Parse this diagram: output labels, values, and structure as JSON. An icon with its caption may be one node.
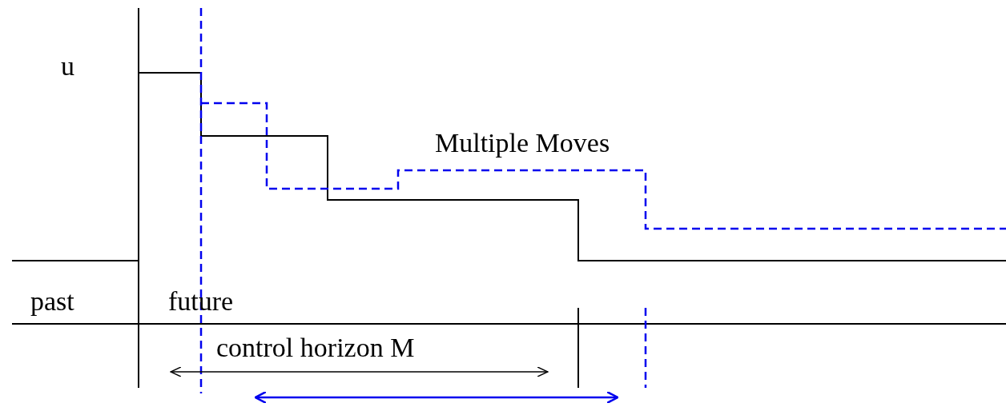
{
  "diagram": {
    "labels": [
      "u",
      "Multiple Moves",
      "past",
      "future",
      "control horizon M"
    ]
  }
}
